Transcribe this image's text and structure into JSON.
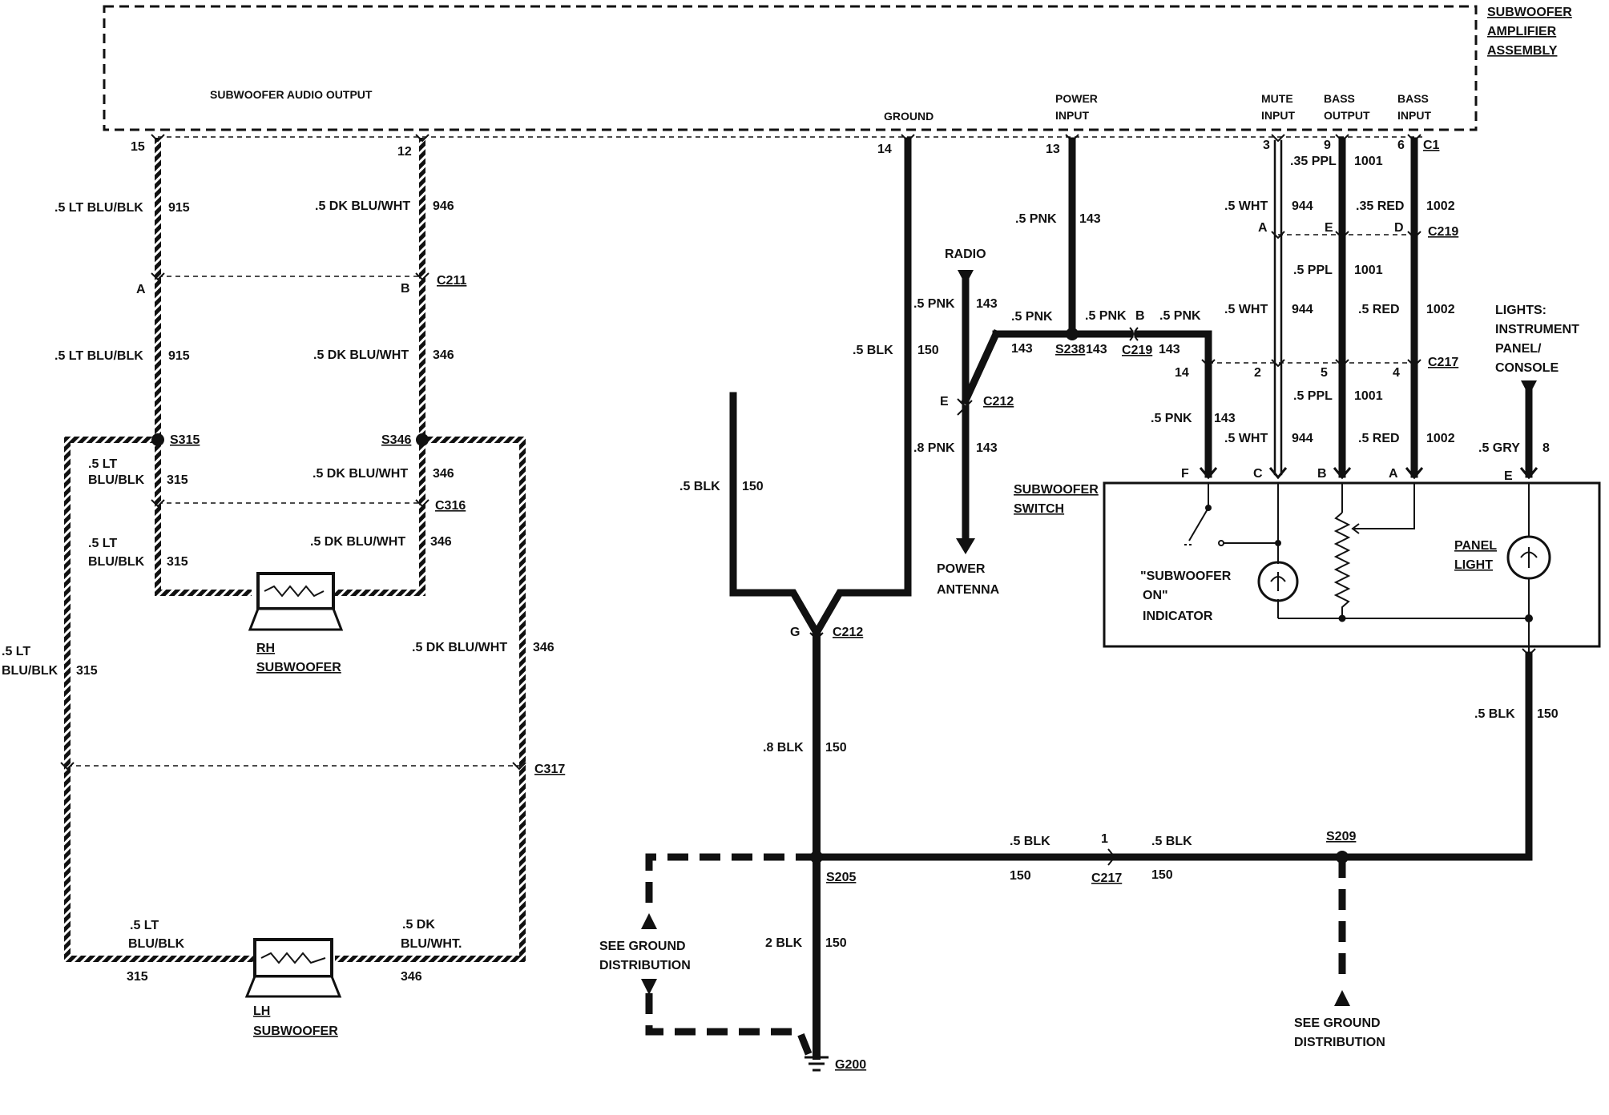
{
  "amplifier": {
    "name_lines": [
      "SUBWOOFER",
      "AMPLIFIER",
      "ASSEMBLY"
    ],
    "audio_output": "SUBWOOFER AUDIO OUTPUT",
    "ground": "GROUND",
    "power_input": [
      "POWER",
      "INPUT"
    ],
    "mute_input": [
      "MUTE",
      "INPUT"
    ],
    "bass_output": [
      "BASS",
      "OUTPUT"
    ],
    "bass_input": [
      "BASS",
      "INPUT"
    ],
    "connector": "C1",
    "pins": {
      "p15": "15",
      "p12": "12",
      "p14": "14",
      "p13": "13",
      "p3": "3",
      "p9": "9",
      "p6": "6"
    }
  },
  "left_circuit": {
    "w915_a": ".5 LT BLU/BLK",
    "c915_a": "915",
    "w946": ".5 DK BLU/WHT",
    "c946": "946",
    "c211": "C211",
    "pinA": "A",
    "pinB": "B",
    "w915_b": ".5 LT BLU/BLK",
    "c915_b": "915",
    "w346_a": ".5 DK BLU/WHT",
    "c346_a": "346",
    "s315": "S315",
    "s346": "S346",
    "w315_a": [
      ".5 LT",
      "BLU/BLK"
    ],
    "c315_a": "315",
    "w346_b": ".5 DK BLU/WHT",
    "c346_b": "346",
    "c316": "C316",
    "w315_b": [
      ".5 LT",
      "BLU/BLK"
    ],
    "c315_b": "315",
    "w346_c": ".5 DK BLU/WHT",
    "c346_c": "346",
    "rh_sub": [
      "RH",
      "SUBWOOFER"
    ],
    "w315_c": [
      ".5 LT",
      "BLU/BLK"
    ],
    "c315_c": "315",
    "w346_d": ".5 DK BLU/WHT",
    "c346_d": "346",
    "c317": "C317",
    "w315_d": [
      ".5 LT",
      "BLU/BLK"
    ],
    "c315_d": "315",
    "w346_e": [
      ".5 DK",
      "BLU/WHT."
    ],
    "c346_e": "346",
    "lh_sub": [
      "LH",
      "SUBWOOFER"
    ]
  },
  "ground_circuit": {
    "w150_a": ".5 BLK",
    "c150_a": "150",
    "w150_b": ".5 BLK",
    "c150_b": "150",
    "pinG": "G",
    "c212": "C212",
    "w150_c": ".8 BLK",
    "c150_c": "150",
    "s205": "S205",
    "w150_d": "2 BLK",
    "c150_d": "150",
    "g200": "G200",
    "see_ground_a": [
      "SEE GROUND",
      "DISTRIBUTION"
    ],
    "w150_e": ".5 BLK",
    "c150_e": "150",
    "pin1": "1",
    "c217": "C217",
    "w150_f": ".5 BLK",
    "c150_f": "150",
    "s209": "S209",
    "see_ground_b": [
      "SEE GROUND",
      "DISTRIBUTION"
    ],
    "w150_g": ".5 BLK",
    "c150_g": "150"
  },
  "power_circuit": {
    "w143_a": ".5 PNK",
    "c143_a": "143",
    "radio": "RADIO",
    "w143_b": ".5 PNK",
    "c143_b": "143",
    "w143_c": ".5 PNK",
    "c143_c": "143",
    "s238": "S238",
    "c143_s": "143",
    "w143_d": ".5 PNK",
    "pinB": "B",
    "w143_e": ".5 PNK",
    "c219": "C219",
    "c143_e": "143",
    "pinE": "E",
    "c212": "C212",
    "w143_f": ".8 PNK",
    "c143_f": "143",
    "power_antenna": [
      "POWER",
      "ANTENNA"
    ],
    "pin14": "14",
    "w143_g": ".5 PNK",
    "c143_g": "143"
  },
  "switch_circuit": {
    "w35ppl": ".35 PPL",
    "c1001_a": "1001",
    "w944_a": ".5 WHT",
    "c944_a": "944",
    "w35red": ".35 RED",
    "c1002_a": "1002",
    "pinA": "A",
    "pinE": "E",
    "pinD": "D",
    "c219": "C219",
    "w1001_b": ".5 PPL",
    "c1001_b": "1001",
    "w944_b": ".5 WHT",
    "c944_b": "944",
    "w1002_b": ".5 RED",
    "c1002_b": "1002",
    "pin2": "2",
    "pin5": "5",
    "pin4": "4",
    "c217": "C217",
    "w1001_c": ".5 PPL",
    "c1001_c": "1001",
    "w944_c": ".5 WHT",
    "c944_c": "944",
    "w1002_c": ".5 RED",
    "c1002_c": "1002",
    "lights": [
      "LIGHTS:",
      "INSTRUMENT",
      "PANEL/",
      "CONSOLE"
    ],
    "w8": ".5 GRY",
    "c8": "8",
    "sw_pins": {
      "F": "F",
      "C": "C",
      "B": "B",
      "A": "A",
      "E": "E"
    },
    "switch_name": [
      "SUBWOOFER",
      "SWITCH"
    ],
    "indicator": [
      "\"SUBWOOFER",
      "ON\"",
      "INDICATOR"
    ],
    "panel_light": [
      "PANEL",
      "LIGHT"
    ]
  }
}
